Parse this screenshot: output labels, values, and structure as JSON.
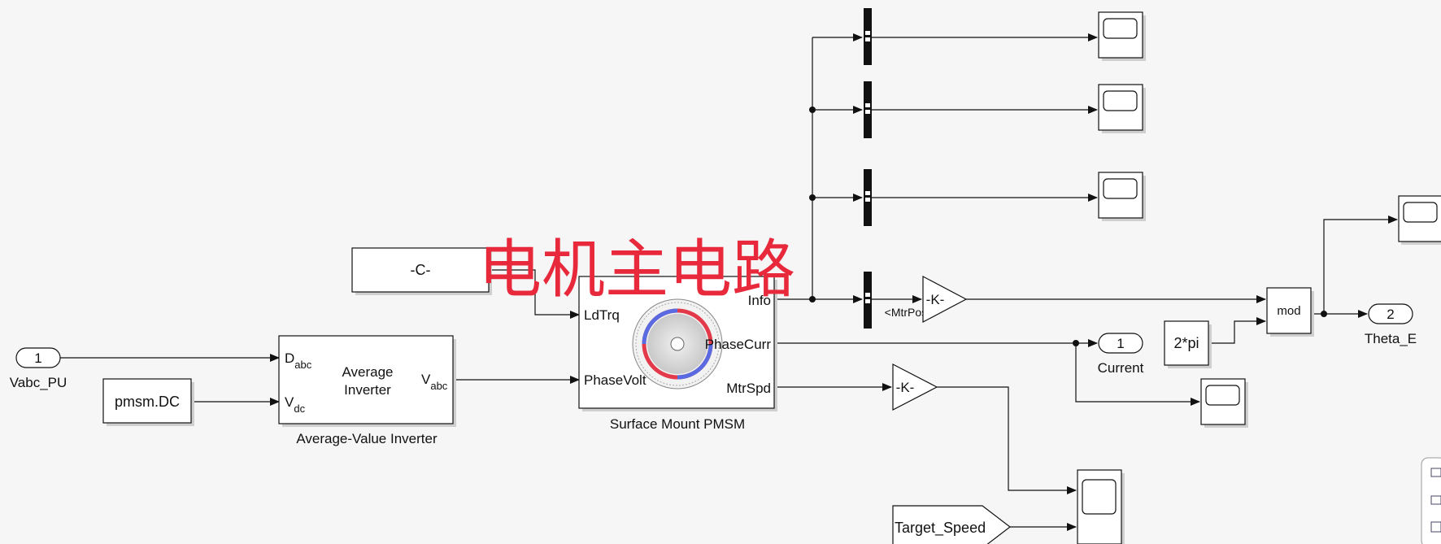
{
  "watermark": "电机主电路",
  "inports": [
    {
      "id": "vabc_pu",
      "number": "1",
      "label": "Vabc_PU"
    }
  ],
  "outports": [
    {
      "id": "current",
      "number": "1",
      "label": "Current"
    },
    {
      "id": "theta_e",
      "number": "2",
      "label": "Theta_E"
    }
  ],
  "constants": {
    "load_torque": "-C-",
    "dc_voltage": "pmsm.DC",
    "two_pi": "2*pi"
  },
  "inverter": {
    "title": "Average\nInverter",
    "title_line1": "Average",
    "title_line2": "Inverter",
    "caption": "Average-Value Inverter",
    "port_d": "D",
    "port_d_sub": "abc",
    "port_v": "V",
    "port_v_sub": "dc",
    "out_v": "V",
    "out_v_sub": "abc"
  },
  "pmsm": {
    "caption": "Surface Mount PMSM",
    "in_ports": [
      "LdTrq",
      "PhaseVolt"
    ],
    "out_ports": [
      "Info",
      "PhaseCurr",
      "MtrSpd"
    ]
  },
  "bus_selector_signal": "<MtrPos>",
  "gains": {
    "pos_gain": "-K-",
    "spd_gain": "-K-"
  },
  "mod_block": "mod",
  "goto_tag": "Target_Speed",
  "colors": {
    "watermark": "#e8293c",
    "stator_red": "#e23a4a",
    "stator_blue": "#5a6ae0",
    "background": "#f6f6f6"
  }
}
